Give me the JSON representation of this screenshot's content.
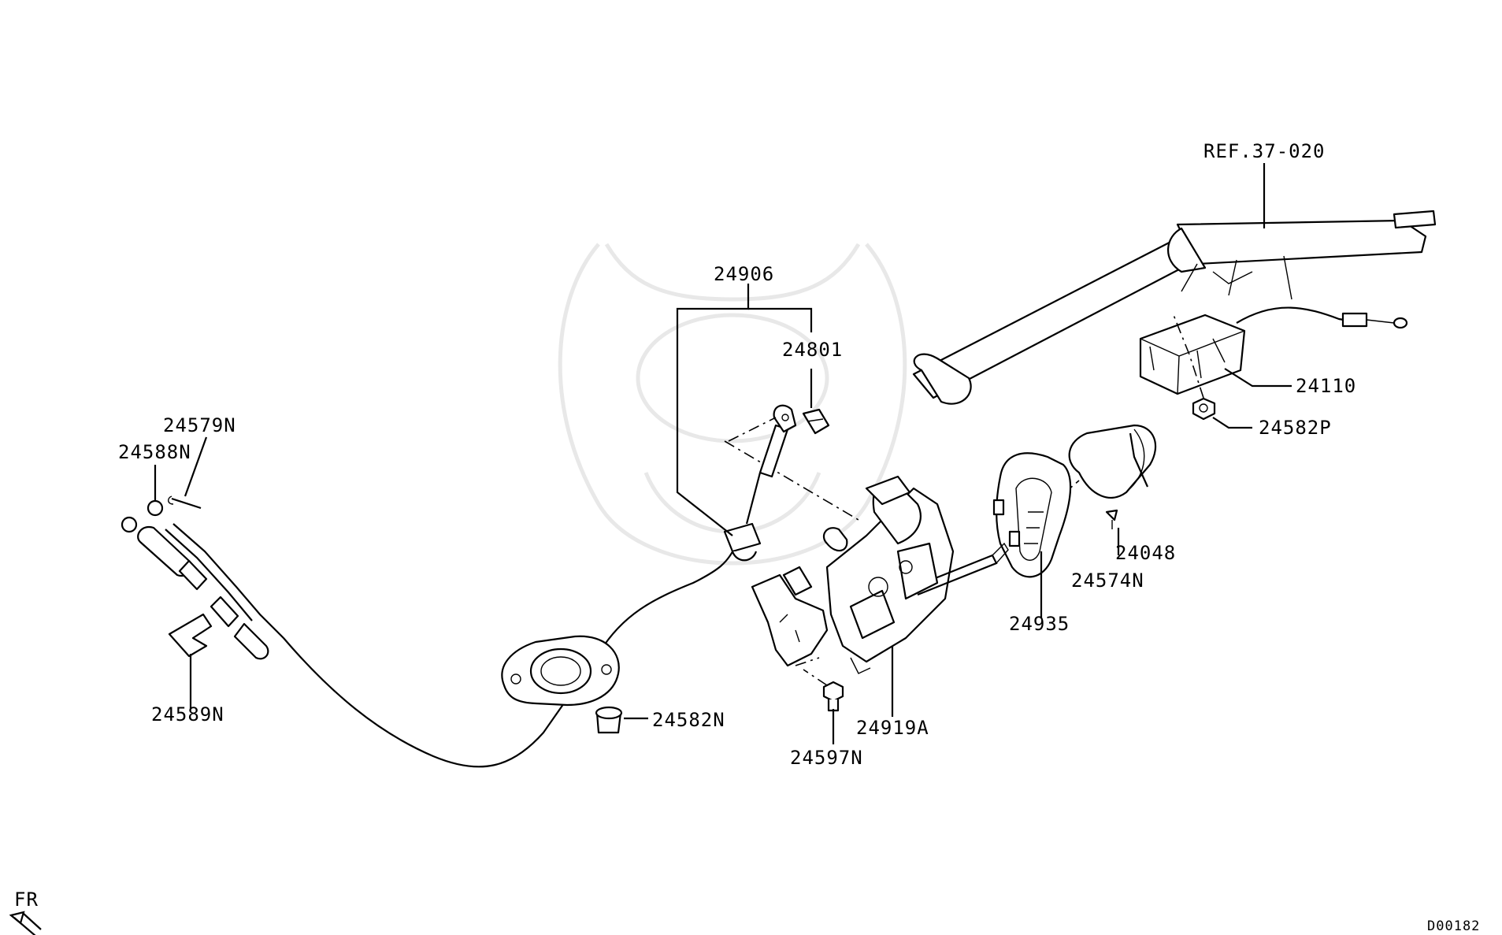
{
  "diagram": {
    "labels": {
      "ref": "REF.37-020",
      "p24906": "24906",
      "p24801": "24801",
      "p24110": "24110",
      "p24582P": "24582P",
      "p24579N": "24579N",
      "p24588N": "24588N",
      "p24048": "24048",
      "p24574N": "24574N",
      "p24935": "24935",
      "p24589N": "24589N",
      "p24582N": "24582N",
      "p24919A": "24919A",
      "p24597N": "24597N",
      "fr": "FR",
      "code": "D00182"
    }
  }
}
